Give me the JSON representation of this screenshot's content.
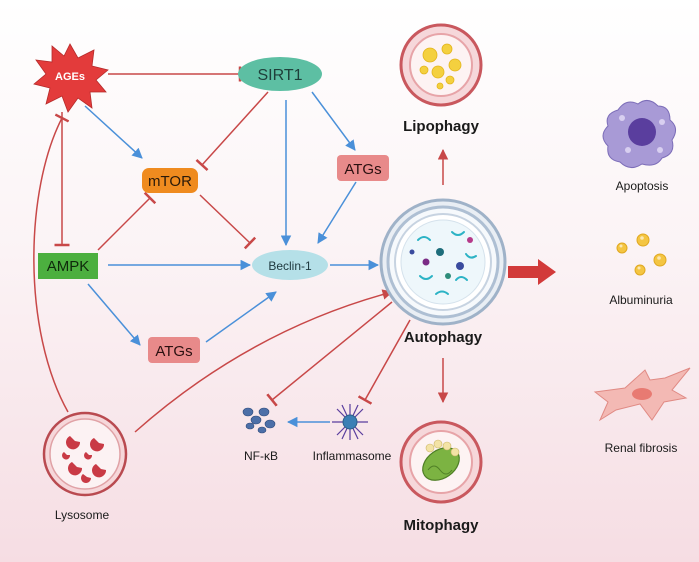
{
  "nodes": {
    "ages": "AGEs",
    "sirt1": "SIRT1",
    "mtor": "mTOR",
    "atgs_top": "ATGs",
    "ampk": "AMPK",
    "beclin1": "Beclin-1",
    "atgs_bottom": "ATGs",
    "lipophagy": "Lipophagy",
    "autophagy": "Autophagy",
    "mitophagy": "Mitophagy",
    "lysosome": "Lysosome",
    "nfkb": "NF-κB",
    "inflammasome": "Inflammasome",
    "apoptosis": "Apoptosis",
    "albuminuria": "Albuminuria",
    "renal_fibrosis": "Renal fibrosis"
  },
  "colors": {
    "activation": "#4a90d9",
    "inhibition": "#c84848",
    "ages_fill": "#e33b3b",
    "sirt1_fill": "#5dbfa3",
    "mtor_fill": "#ef8b1f",
    "atgs_fill": "#e88a8a",
    "ampk_fill": "#4caf3f",
    "beclin_fill": "#b5e0e8",
    "big_arrow": "#d23a3a"
  }
}
